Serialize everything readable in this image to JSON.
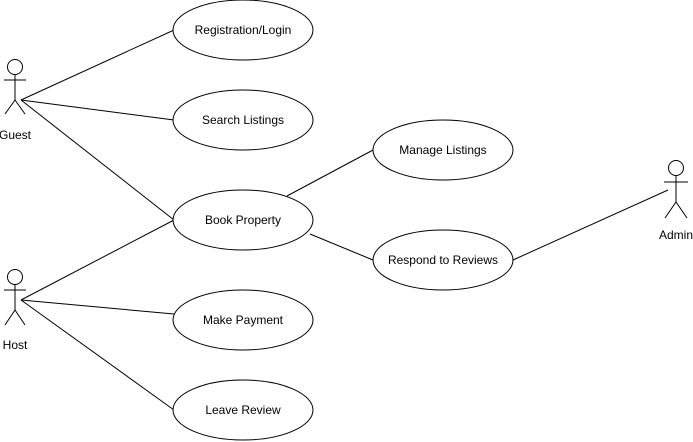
{
  "diagram": {
    "actors": [
      {
        "id": "guest",
        "label": "Guest"
      },
      {
        "id": "host",
        "label": "Host"
      },
      {
        "id": "admin",
        "label": "Admin"
      }
    ],
    "use_cases": [
      {
        "id": "registration",
        "label": "Registration/Login"
      },
      {
        "id": "search",
        "label": "Search Listings"
      },
      {
        "id": "book",
        "label": "Book Property"
      },
      {
        "id": "payment",
        "label": "Make Payment"
      },
      {
        "id": "review",
        "label": "Leave Review"
      },
      {
        "id": "manage",
        "label": "Manage Listings"
      },
      {
        "id": "respond",
        "label": "Respond to Reviews"
      }
    ],
    "associations": [
      {
        "from": "guest",
        "to": "registration"
      },
      {
        "from": "guest",
        "to": "search"
      },
      {
        "from": "guest",
        "to": "book"
      },
      {
        "from": "host",
        "to": "book"
      },
      {
        "from": "host",
        "to": "payment"
      },
      {
        "from": "host",
        "to": "review"
      },
      {
        "from": "book",
        "to": "manage"
      },
      {
        "from": "book",
        "to": "respond"
      },
      {
        "from": "admin",
        "to": "respond"
      }
    ],
    "colors": {
      "stroke": "#000000",
      "fill": "#ffffff",
      "text": "#000000"
    }
  }
}
